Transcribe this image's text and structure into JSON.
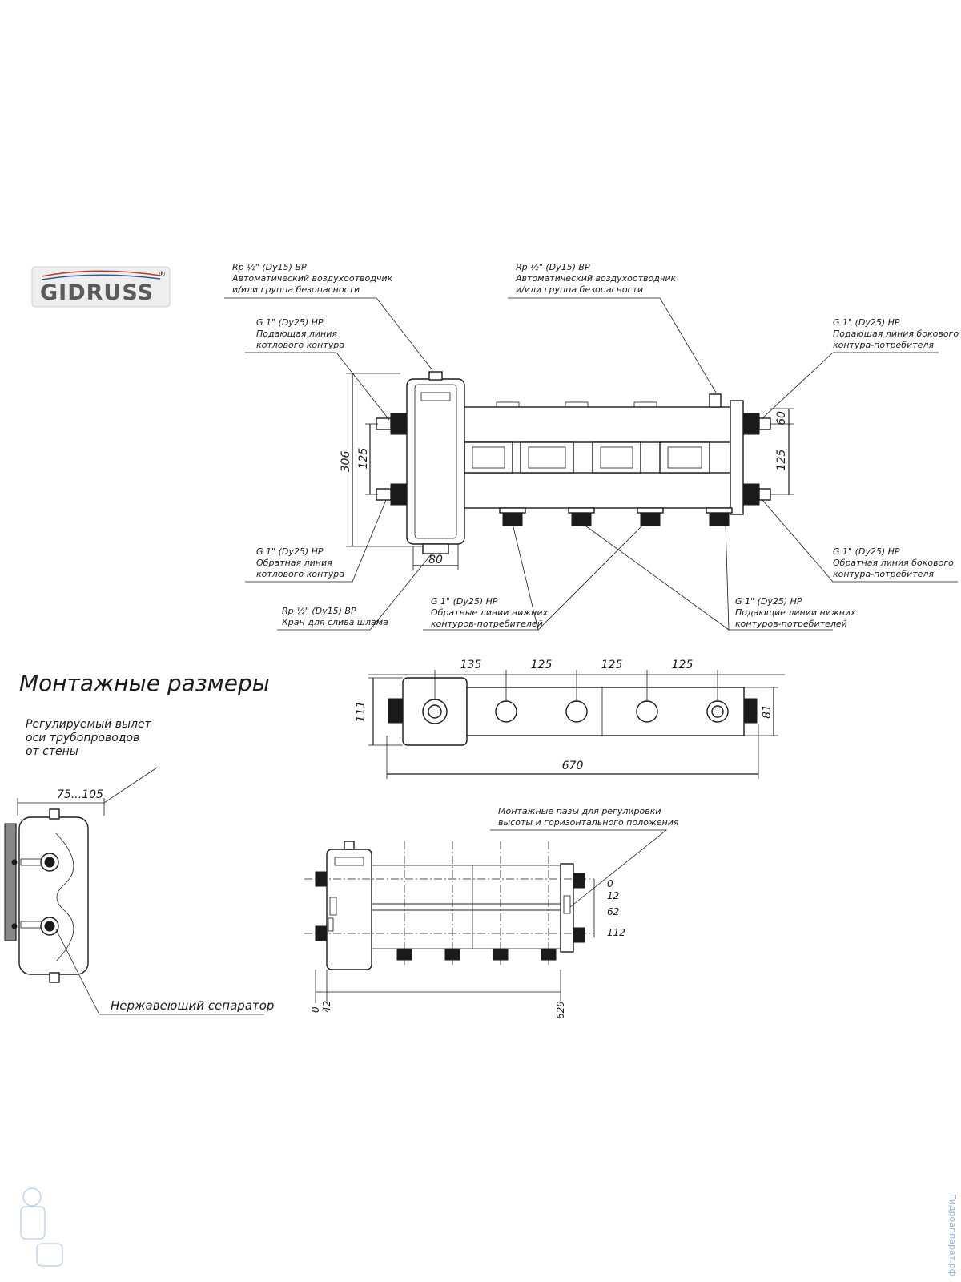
{
  "brand": {
    "name": "GIDRUSS",
    "registered": "®"
  },
  "top_view": {
    "callouts": {
      "air_vent_left": [
        "Rp ½\" (Dy15) ВР",
        "Автоматический воздухоотводчик",
        "и/или группа безопасности"
      ],
      "air_vent_right": [
        "Rp ½\" (Dy15) ВР",
        "Автоматический воздухоотводчик",
        "и/или группа безопасности"
      ],
      "boiler_supply": [
        "G 1\" (Dy25) НР",
        "Подающая линия",
        "котлового контура"
      ],
      "side_supply": [
        "G 1\" (Dy25) НР",
        "Подающая линия бокового",
        "контура-потребителя"
      ],
      "boiler_return": [
        "G 1\" (Dy25) НР",
        "Обратная линия",
        "котлового контура"
      ],
      "side_return": [
        "G 1\" (Dy25) НР",
        "Обратная линия бокового",
        "контура-потребителя"
      ],
      "sludge_drain": [
        "Rp ½\" (Dy15) ВР",
        "Кран для слива шлама"
      ],
      "lower_return": [
        "G 1\" (Dy25) НР",
        "Обратные линии нижних",
        "контуров-потребителей"
      ],
      "lower_supply": [
        "G 1\" (Dy25) НР",
        "Подающие линии нижних",
        "контуров-потребителей"
      ]
    },
    "dimensions": {
      "height_total": "306",
      "height_inner": "125",
      "width_separator": "80",
      "right_top": "60",
      "right_inner": "125"
    }
  },
  "mounting": {
    "title": "Монтажные размеры",
    "adjustable": [
      "Регулируемый вылет",
      "оси трубопроводов",
      "от стены"
    ],
    "adjust_range": "75...105",
    "separator_label": "Нержавеющий сепаратор",
    "plan": {
      "spacings": [
        "135",
        "125",
        "125",
        "125"
      ],
      "total_length": "670",
      "left_height": "111",
      "right_height": "81"
    },
    "front": {
      "slots_label": [
        "Монтажные пазы для регулировки",
        "высоты и горизонтального положения"
      ],
      "right_marks": [
        "0",
        "12",
        "62",
        "112"
      ],
      "bottom_marks": [
        "0",
        "42",
        "629"
      ]
    }
  },
  "watermark": "Гидроаппарат.рф"
}
